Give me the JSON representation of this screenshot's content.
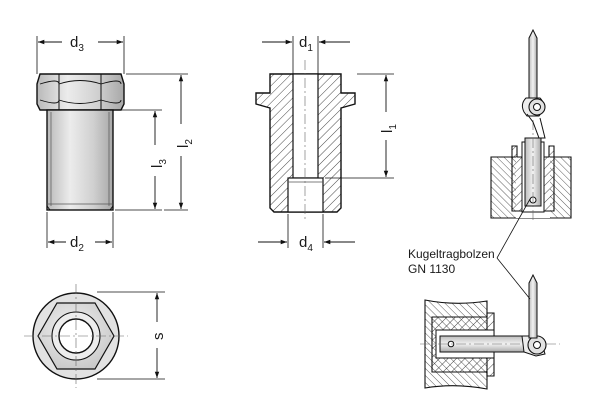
{
  "dimensions": {
    "d3": {
      "main": "d",
      "sub": "3"
    },
    "d2": {
      "main": "d",
      "sub": "2"
    },
    "l3": {
      "main": "l",
      "sub": "3"
    },
    "l2": {
      "main": "l",
      "sub": "2"
    },
    "d1": {
      "main": "d",
      "sub": "1"
    },
    "d4": {
      "main": "d",
      "sub": "4"
    },
    "l1": {
      "main": "l",
      "sub": "1"
    },
    "s": {
      "main": "s"
    }
  },
  "annotation": {
    "line1": "Kugeltragbolzen",
    "line2": "GN 1130"
  }
}
